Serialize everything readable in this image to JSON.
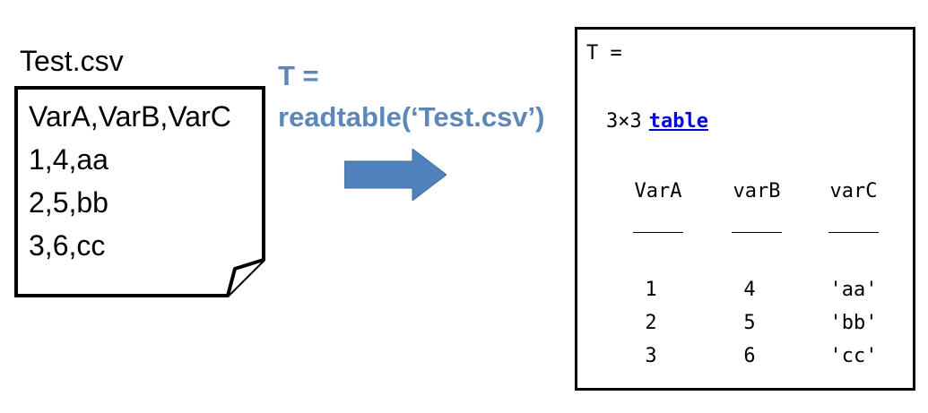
{
  "file": {
    "name": "Test.csv",
    "lines": [
      "VarA,VarB,VarC",
      "1,4,aa",
      "2,5,bb",
      "3,6,cc"
    ]
  },
  "command": {
    "line1": "T =",
    "line2": "readtable(‘Test.csv’)",
    "color": "#5b87c0"
  },
  "arrow": {
    "color": "#4f81bd",
    "icon": "right-arrow-icon"
  },
  "output": {
    "assign": "T =",
    "size": "3×3",
    "type_link": "table",
    "headers": [
      "VarA",
      "varB",
      "varC"
    ],
    "rule": "____",
    "rows": [
      [
        "1",
        "4",
        "'aa'"
      ],
      [
        "2",
        "5",
        "'bb'"
      ],
      [
        "3",
        "6",
        "'cc'"
      ]
    ],
    "link_color": "#0000ff"
  }
}
